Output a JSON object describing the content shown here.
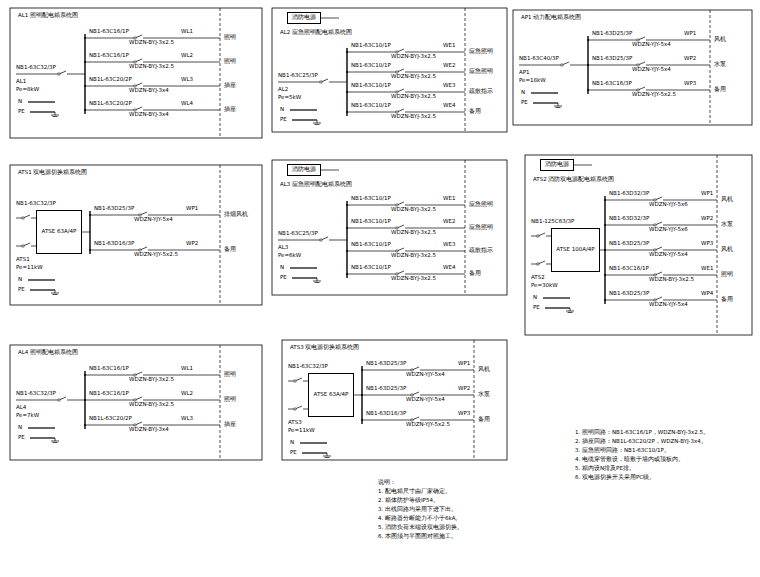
{
  "diagram": {
    "nodes": [
      {
        "text": [
          "消防电源"
        ]
      },
      {
        "text": [
          "ATSE 63A/4P"
        ]
      },
      {
        "text": [
          "消防电源"
        ]
      },
      {
        "text": [
          "消防电源"
        ]
      },
      {
        "text": [
          "ATSE 100A/4P"
        ]
      },
      {
        "text": [
          "ATSE 63A/4P"
        ]
      }
    ],
    "labels": [
      "AL1 照明配电箱系统图",
      "NB1-63C32/3P",
      "AL1",
      "Pe=8kW",
      "NB1-63C16/1P",
      "WDZN-BYJ-3x2.5",
      "WL1",
      "照明",
      "NB1-63C16/1P",
      "WDZN-BYJ-3x2.5",
      "WL2",
      "照明",
      "NB1L-63C20/2P",
      "WDZN-BYJ-3x4",
      "WL3",
      "插座",
      "NB1L-63C20/2P",
      "WDZN-BYJ-3x4",
      "WL4",
      "插座",
      "N",
      "PE",
      "AL2 应急照明配电箱系统图",
      "NB1-63C25/3P",
      "AL2",
      "Pe=5kW",
      "NB1-63C10/1P",
      "WDZN-BYJ-3x2.5",
      "WE1",
      "应急照明",
      "NB1-63C10/1P",
      "WDZN-BYJ-3x2.5",
      "WE2",
      "应急照明",
      "NB1-63C10/1P",
      "WDZN-BYJ-3x2.5",
      "WE3",
      "疏散指示",
      "NB1-63C10/1P",
      "WDZN-BYJ-3x2.5",
      "WE4",
      "备用",
      "N",
      "PE",
      "AP1 动力配电箱系统图",
      "NB1-63C40/3P",
      "AP1",
      "Pe=18kW",
      "NB1-63D25/3P",
      "WDZN-YJY-5x4",
      "WP1",
      "风机",
      "NB1-63D25/3P",
      "WDZN-YJY-5x4",
      "WP2",
      "水泵",
      "NB1-63C16/3P",
      "WDZN-YJY-5x2.5",
      "WP3",
      "备用",
      "N",
      "PE",
      "ATS1 双电源切换箱系统图",
      "NB1-63C32/3P",
      "ATS1",
      "Pe=11kW",
      "NB1-63D25/3P",
      "WDZN-YJY-5x4",
      "WP1",
      "排烟风机",
      "NB1-63D16/3P",
      "WDZN-YJY-5x2.5",
      "WP2",
      "备用",
      "N",
      "PE",
      "AL3 应急照明配电箱系统图",
      "NB1-63C25/3P",
      "AL3",
      "Pe=6kW",
      "NB1-63C10/1P",
      "WDZN-BYJ-3x2.5",
      "WE1",
      "应急照明",
      "NB1-63C10/1P",
      "WDZN-BYJ-3x2.5",
      "WE2",
      "应急照明",
      "NB1-63C10/1P",
      "WDZN-BYJ-3x2.5",
      "WE3",
      "疏散指示",
      "NB1-63C10/1P",
      "WDZN-BYJ-3x2.5",
      "WE4",
      "备用",
      "N",
      "PE",
      "ATS2 消防双电源配电箱系统图",
      "NB1-125C63/3P",
      "ATS2",
      "Pe=30kW",
      "NB1-63D32/3P",
      "WDZN-YJY-5x6",
      "WP1",
      "风机",
      "NB1-63D32/3P",
      "WDZN-YJY-5x6",
      "WP2",
      "水泵",
      "NB1-63D25/3P",
      "WDZN-YJY-5x4",
      "WP3",
      "风机",
      "NB1-63C16/1P",
      "WDZN-BYJ-3x2.5",
      "WE1",
      "照明",
      "NB1-63D25/3P",
      "WDZN-YJY-5x4",
      "WP4",
      "备用",
      "N",
      "PE",
      "AL4 照明配电箱系统图",
      "NB1-63C32/3P",
      "AL4",
      "Pe=7kW",
      "NB1-63C16/1P",
      "WDZN-BYJ-3x2.5",
      "WL1",
      "照明",
      "NB1-63C16/1P",
      "WDZN-BYJ-3x2.5",
      "WL2",
      "照明",
      "NB1L-63C20/2P",
      "WDZN-BYJ-3x4",
      "WL3",
      "插座",
      "N",
      "PE",
      "ATS3 双电源切换箱系统图",
      "NB1-63C32/3P",
      "ATS3",
      "Pe=11kW",
      "NB1-63D25/3P",
      "WDZN-YJY-5x4",
      "WP1",
      "风机",
      "NB1-63D25/3P",
      "WDZN-YJY-5x4",
      "WP2",
      "水泵",
      "NB1-63D16/3P",
      "WDZN-YJY-5x2.5",
      "WP3",
      "备用",
      "N",
      "PE",
      "说明：",
      "1. 配电箱尺寸由厂家确定。",
      "2. 箱体防护等级IP54。",
      "3. 出线回路均采用下进下出。",
      "4. 断路器分断能力不小于6kA。",
      "5. 消防负荷末端设双电源切换。",
      "6. 本图须与平面图对照施工。",
      "1. 照明回路：NB1-63C16/1P，WDZN-BYJ-3x2.5。",
      "2. 插座回路：NB1L-63C20/2P，WDZN-BYJ-3x4。",
      "3. 应急照明回路：NB1-63C10/1P。",
      "4. 电缆穿管敷设，暗敷于墙内或顶板内。",
      "5. 箱内设N排及PE排。",
      "6. 双电源切换开关采用PC级。"
    ]
  }
}
